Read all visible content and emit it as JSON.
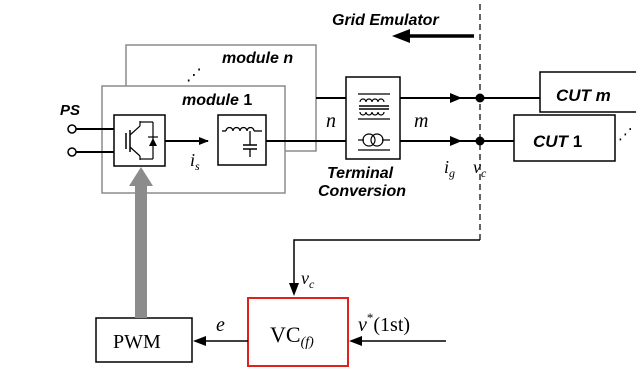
{
  "title": "Grid Emulator",
  "labels": {
    "ps": "PS",
    "module_n": "module n",
    "module_1_word": "module",
    "module_1_num": "1",
    "dots": "⋰",
    "n": "n",
    "m": "m",
    "i_s_main": "i",
    "i_s_sub": "s",
    "i_g_main": "i",
    "i_g_sub": "g",
    "v_c_main": "v",
    "v_c_sub": "c",
    "terminal": "Terminal",
    "conversion": "Conversion",
    "cut_m": "CUT m",
    "cut_1_word": "CUT",
    "cut_1_num": "1",
    "cut_dots": "⋰",
    "vc_fb_main": "v",
    "vc_fb_sub": "c",
    "pwm": "PWM",
    "e": "e",
    "vc_block_main": "VC",
    "vc_block_sub": "(f)",
    "vref_main": "v",
    "vref_sup": "*",
    "vref_rest": "(1st)"
  },
  "colors": {
    "line": "#000000",
    "module_border": "#8c8c8c",
    "feedback_arrow": "#8c8c8c",
    "controller_border": "#e0201b"
  }
}
